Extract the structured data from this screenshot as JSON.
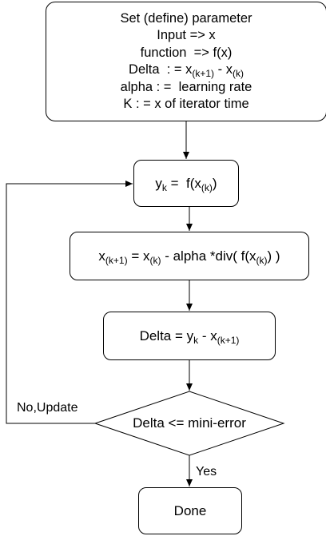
{
  "params": {
    "title": "Set (define) parameter",
    "input": "Input => x",
    "function": "function  => f(x)",
    "delta_a": "Delta  : = x",
    "delta_sub1": "(k+1)",
    "delta_b": " - x",
    "delta_sub2": "(k)",
    "alpha": "alpha : =  learning rate",
    "k": "K : = x of iterator time"
  },
  "eval": {
    "a": "y",
    "sub1": "k",
    "b": " =  f(x",
    "sub2": "(k)",
    "c": ")"
  },
  "update": {
    "a": "x",
    "sub1": "(k+1)",
    "b": " = x",
    "sub2": "(k)",
    "c": " - alpha *div( f(x",
    "sub3": "(k)",
    "d": ") )"
  },
  "delta": {
    "a": "Delta = y",
    "sub1": "k",
    "b": " - x",
    "sub2": "(k+1)"
  },
  "decision": {
    "label": "Delta <= mini-error"
  },
  "edges": {
    "no_label": "No,Update",
    "yes_label": "Yes"
  },
  "done": {
    "label": "Done"
  }
}
